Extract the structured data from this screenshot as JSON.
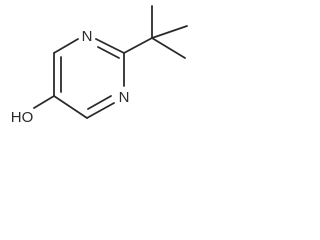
{
  "molecule": {
    "atoms": {
      "n_top": "N",
      "n_bottom": "N",
      "hydroxyl": "HO"
    }
  }
}
